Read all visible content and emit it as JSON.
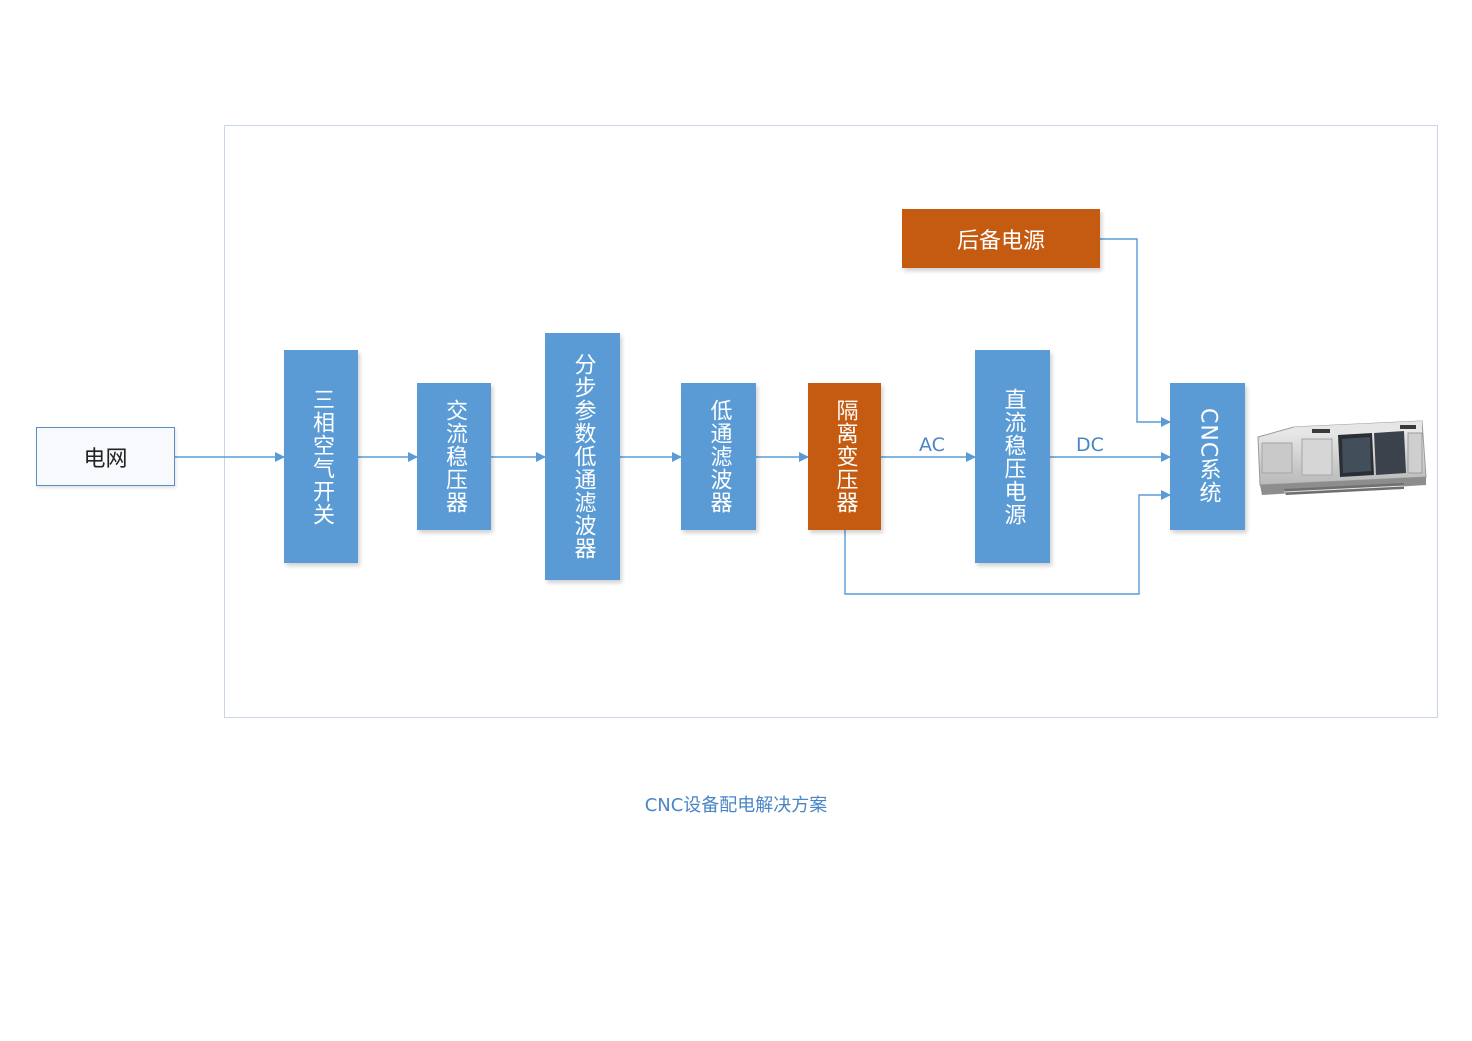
{
  "nodes": {
    "grid": "电网",
    "breaker": "三相空气开关",
    "ac_regulator": "交流稳压器",
    "stepped_filter": "分步参数低通滤波器",
    "lowpass_filter": "低通滤波器",
    "isolation_transformer": "隔离变压器",
    "dc_power": "直流稳压电源",
    "cnc_system": "CNC系统",
    "backup_power": "后备电源"
  },
  "labels": {
    "ac": "AC",
    "dc": "DC"
  },
  "caption": "CNC设备配电解决方案",
  "colors": {
    "blue_box": "#5b9bd5",
    "orange_box": "#c55a11",
    "line": "#5b9bd5",
    "caption": "#4a86c5"
  }
}
